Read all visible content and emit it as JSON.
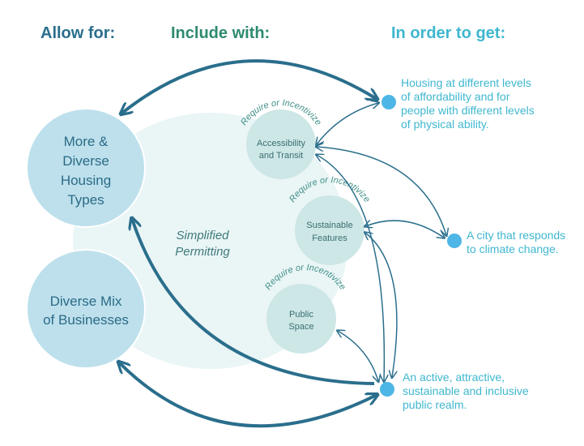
{
  "headers": {
    "allow_for": "Allow for:",
    "include_with": "Include with:",
    "in_order_to_get": "In order to get:"
  },
  "colors": {
    "allow_header": "#2a6e8c",
    "include_header": "#2e8a70",
    "outcome_header": "#3fb7cf",
    "big_circle": "#bde0ec",
    "big_circle_text": "#2b6b87",
    "permitting_bg": "#eaf5f6",
    "small_circle": "#cde6e6",
    "small_circle_text": "#3a6f6f",
    "arc_label": "#3e8f86",
    "arrow": "#2a6e8c",
    "dot": "#4db6e6"
  },
  "allow_for": [
    {
      "id": "housing",
      "lines": [
        "More &",
        "Diverse",
        "Housing",
        "Types"
      ]
    },
    {
      "id": "businesses",
      "lines": [
        "Diverse Mix",
        "of Businesses"
      ]
    }
  ],
  "simplified_permitting": [
    "Simplified",
    "Permitting"
  ],
  "include_with": [
    {
      "id": "accessibility",
      "arc_label": "Require or Incentivize",
      "lines": [
        "Accessibility",
        "and Transit"
      ]
    },
    {
      "id": "sustainable",
      "arc_label": "Require or Incentivize",
      "lines": [
        "Sustainable",
        "Features"
      ]
    },
    {
      "id": "public-space",
      "arc_label": "Require or Incentivize",
      "lines": [
        "Public",
        "Space"
      ]
    }
  ],
  "outcomes": [
    {
      "id": "housing-affordability",
      "text": [
        "Housing at different levels",
        "of affordability and for",
        "people with different levels",
        "of physical ability."
      ]
    },
    {
      "id": "climate",
      "text": [
        "A city that responds",
        "to climate change."
      ]
    },
    {
      "id": "public-realm",
      "text": [
        "An active, attractive,",
        "sustainable and inclusive",
        "public realm."
      ]
    }
  ]
}
